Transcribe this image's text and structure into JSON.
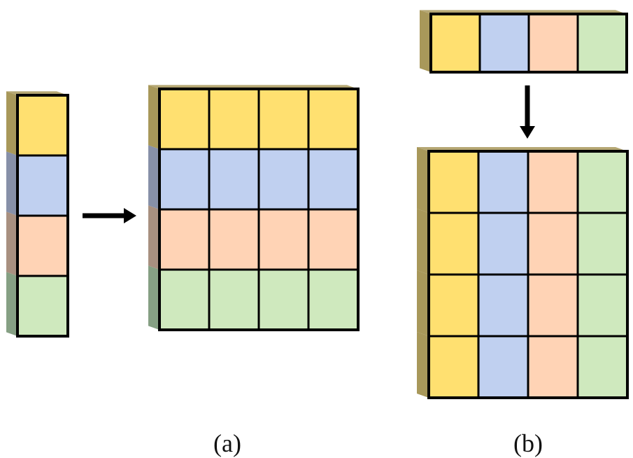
{
  "captions": {
    "a": "(a)",
    "b": "(b)"
  },
  "palette": {
    "yellow": "#FFE070",
    "blue": "#C0D0F0",
    "peach": "#FFD3B5",
    "green": "#CFE9BE",
    "grid_line": "#000000",
    "depth_a_yellow": "#A8985A",
    "depth_a_blue": "#8790A8",
    "depth_a_peach": "#A89080",
    "depth_a_green": "#86A084",
    "depth_b": "#A8985A",
    "arrow": "#000000"
  },
  "panel_a": {
    "vector_cells": [
      "yellow",
      "blue",
      "peach",
      "green"
    ],
    "matrix_rows": [
      [
        "yellow",
        "yellow",
        "yellow",
        "yellow"
      ],
      [
        "blue",
        "blue",
        "blue",
        "blue"
      ],
      [
        "peach",
        "peach",
        "peach",
        "peach"
      ],
      [
        "green",
        "green",
        "green",
        "green"
      ]
    ],
    "row_depth_colors": [
      "depth_a_yellow",
      "depth_a_blue",
      "depth_a_peach",
      "depth_a_green"
    ]
  },
  "panel_b": {
    "vector_cells": [
      "yellow",
      "blue",
      "peach",
      "green"
    ],
    "matrix_rows": [
      [
        "yellow",
        "blue",
        "peach",
        "green"
      ],
      [
        "yellow",
        "blue",
        "peach",
        "green"
      ],
      [
        "yellow",
        "blue",
        "peach",
        "green"
      ],
      [
        "yellow",
        "blue",
        "peach",
        "green"
      ]
    ]
  }
}
